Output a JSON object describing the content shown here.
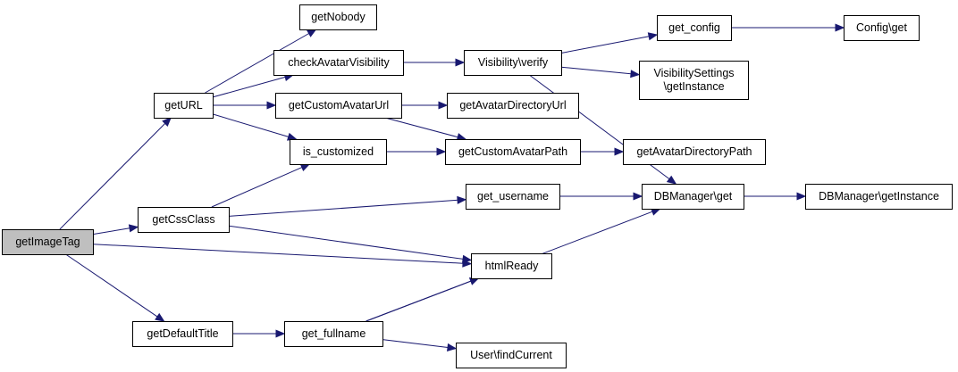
{
  "diagram": {
    "nodes": [
      {
        "id": "getImageTag",
        "lines": [
          "getImageTag"
        ],
        "root": true
      },
      {
        "id": "getURL",
        "lines": [
          "getURL"
        ]
      },
      {
        "id": "getCssClass",
        "lines": [
          "getCssClass"
        ]
      },
      {
        "id": "getDefaultTitle",
        "lines": [
          "getDefaultTitle"
        ]
      },
      {
        "id": "getNobody",
        "lines": [
          "getNobody"
        ]
      },
      {
        "id": "checkAvatarVisibility",
        "lines": [
          "checkAvatarVisibility"
        ]
      },
      {
        "id": "getCustomAvatarUrl",
        "lines": [
          "getCustomAvatarUrl"
        ]
      },
      {
        "id": "is_customized",
        "lines": [
          "is_customized"
        ]
      },
      {
        "id": "get_fullname",
        "lines": [
          "get_fullname"
        ]
      },
      {
        "id": "Visibility_verify",
        "lines": [
          "Visibility\\verify"
        ]
      },
      {
        "id": "getAvatarDirectoryUrl",
        "lines": [
          "getAvatarDirectoryUrl"
        ]
      },
      {
        "id": "getCustomAvatarPath",
        "lines": [
          "getCustomAvatarPath"
        ]
      },
      {
        "id": "get_username",
        "lines": [
          "get_username"
        ]
      },
      {
        "id": "htmlReady",
        "lines": [
          "htmlReady"
        ]
      },
      {
        "id": "User_findCurrent",
        "lines": [
          "User\\findCurrent"
        ]
      },
      {
        "id": "get_config",
        "lines": [
          "get_config"
        ]
      },
      {
        "id": "VisibilitySettings_getInstance",
        "lines": [
          "VisibilitySettings",
          "\\getInstance"
        ]
      },
      {
        "id": "getAvatarDirectoryPath",
        "lines": [
          "getAvatarDirectoryPath"
        ]
      },
      {
        "id": "DBManager_get",
        "lines": [
          "DBManager\\get"
        ]
      },
      {
        "id": "Config_get",
        "lines": [
          "Config\\get"
        ]
      },
      {
        "id": "DBManager_getInstance",
        "lines": [
          "DBManager\\getInstance"
        ]
      }
    ],
    "edges": [
      [
        "getImageTag",
        "getURL"
      ],
      [
        "getImageTag",
        "getCssClass"
      ],
      [
        "getImageTag",
        "htmlReady"
      ],
      [
        "getImageTag",
        "getDefaultTitle"
      ],
      [
        "getURL",
        "getNobody"
      ],
      [
        "getURL",
        "checkAvatarVisibility"
      ],
      [
        "getURL",
        "getCustomAvatarUrl"
      ],
      [
        "getURL",
        "is_customized"
      ],
      [
        "getCssClass",
        "is_customized"
      ],
      [
        "getCssClass",
        "get_username"
      ],
      [
        "getCssClass",
        "htmlReady"
      ],
      [
        "getDefaultTitle",
        "get_fullname"
      ],
      [
        "checkAvatarVisibility",
        "Visibility_verify"
      ],
      [
        "getCustomAvatarUrl",
        "getAvatarDirectoryUrl"
      ],
      [
        "getCustomAvatarUrl",
        "getCustomAvatarPath"
      ],
      [
        "is_customized",
        "getCustomAvatarPath"
      ],
      [
        "get_fullname",
        "htmlReady"
      ],
      [
        "get_fullname",
        "DBManager_get"
      ],
      [
        "get_fullname",
        "User_findCurrent"
      ],
      [
        "Visibility_verify",
        "get_config"
      ],
      [
        "Visibility_verify",
        "VisibilitySettings_getInstance"
      ],
      [
        "Visibility_verify",
        "DBManager_get"
      ],
      [
        "getCustomAvatarPath",
        "getAvatarDirectoryPath"
      ],
      [
        "get_username",
        "DBManager_get"
      ],
      [
        "get_config",
        "Config_get"
      ],
      [
        "DBManager_get",
        "DBManager_getInstance"
      ]
    ]
  },
  "colors": {
    "edge": "#191970",
    "node_border": "#000000",
    "node_fill": "#ffffff",
    "root_fill": "#bfbfbf"
  }
}
